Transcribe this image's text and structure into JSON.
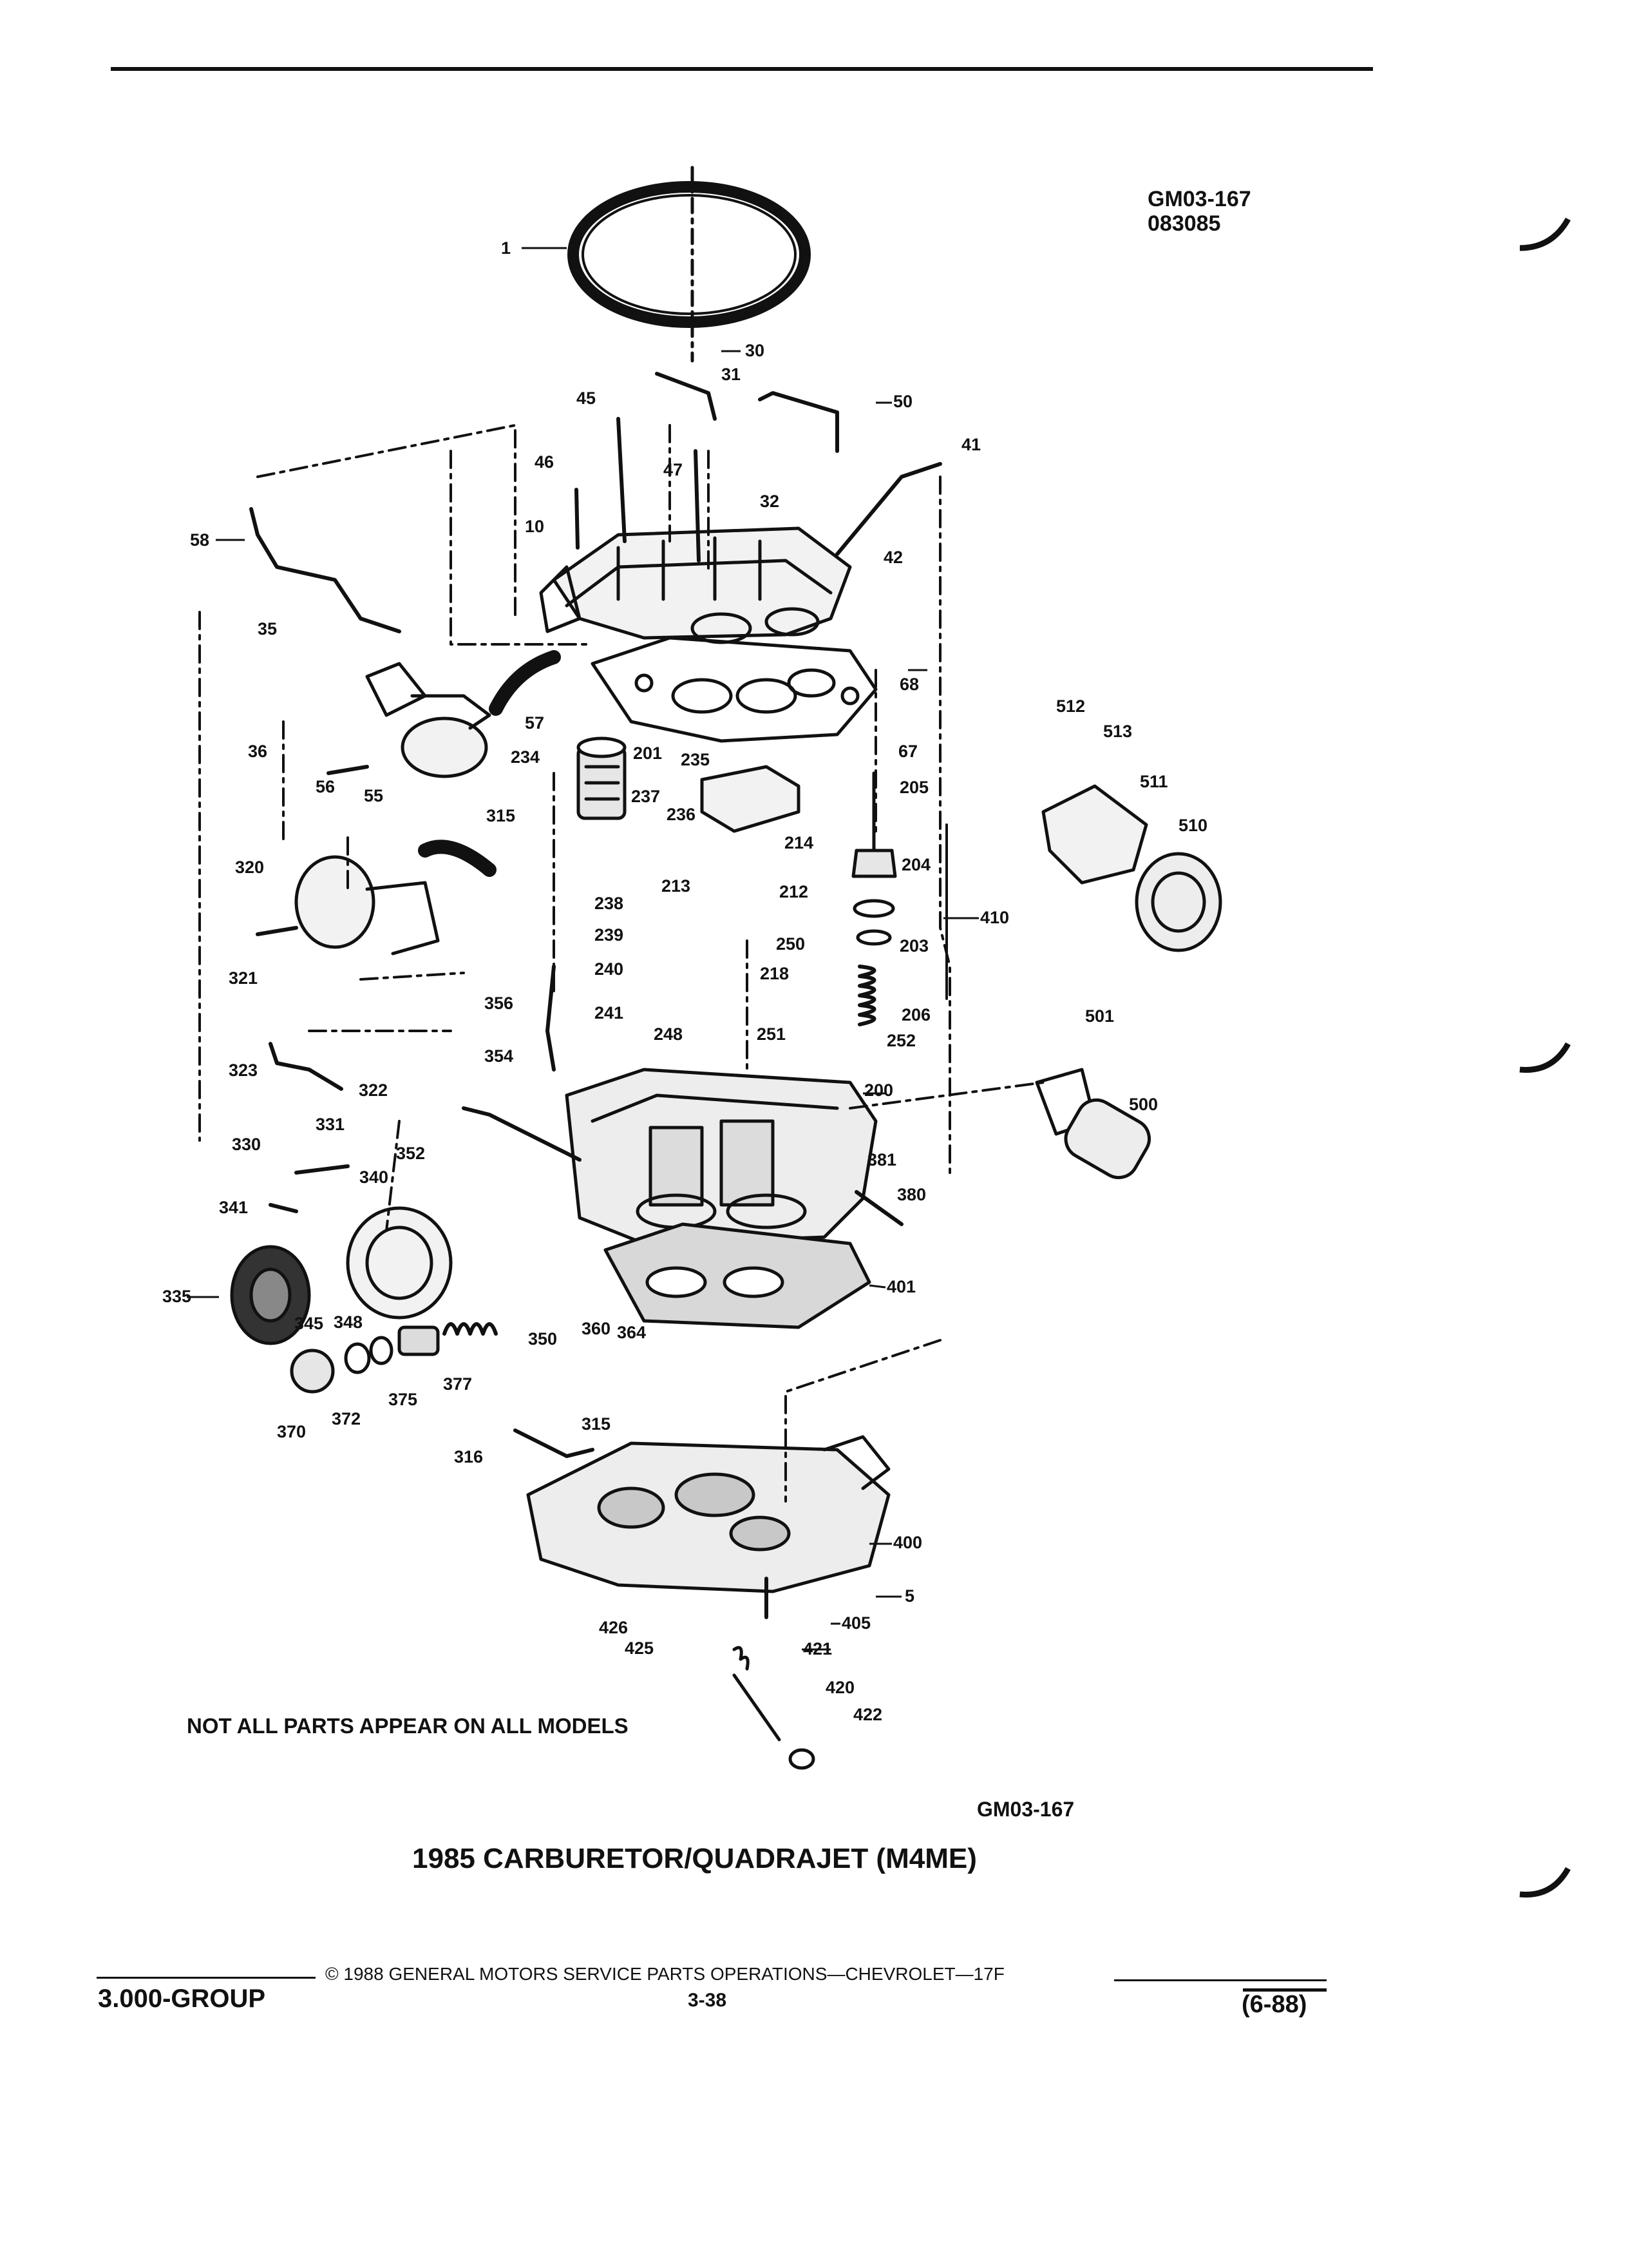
{
  "header": {
    "code": "GM03-167",
    "date_code": "083085"
  },
  "diagram": {
    "parts": [
      "1",
      "5",
      "10",
      "30",
      "31",
      "32",
      "35",
      "36",
      "41",
      "42",
      "45",
      "46",
      "47",
      "50",
      "55",
      "56",
      "57",
      "58",
      "67",
      "68",
      "200",
      "201",
      "203",
      "204",
      "205",
      "206",
      "212",
      "213",
      "214",
      "218",
      "234",
      "235",
      "236",
      "237",
      "238",
      "239",
      "240",
      "241",
      "248",
      "250",
      "251",
      "252",
      "315",
      "316",
      "320",
      "321",
      "322",
      "323",
      "330",
      "331",
      "335",
      "340",
      "341",
      "345",
      "348",
      "350",
      "352",
      "354",
      "356",
      "360",
      "364",
      "370",
      "372",
      "375",
      "377",
      "380",
      "381",
      "400",
      "401",
      "405",
      "410",
      "420",
      "421",
      "422",
      "425",
      "426",
      "500",
      "501",
      "510",
      "511",
      "512",
      "513"
    ]
  },
  "note": "NOT ALL PARTS APPEAR ON ALL MODELS",
  "figure_code": "GM03-167",
  "title": "1985 CARBURETOR/QUADRAJET (M4ME)",
  "footer": {
    "copyright": "© 1988 GENERAL MOTORS SERVICE PARTS OPERATIONS—CHEVROLET—17F",
    "group": "3.000-GROUP",
    "page_number": "3-38",
    "revision": "(6-88)"
  }
}
